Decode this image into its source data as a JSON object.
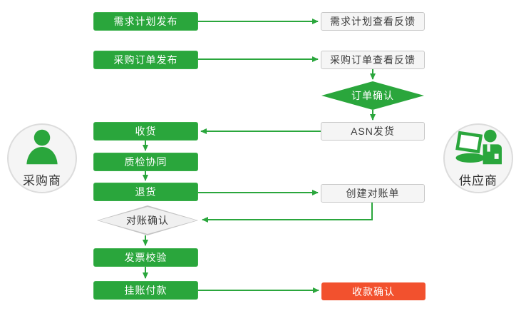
{
  "diagram": {
    "title_hint": "procurement-collaboration-flow",
    "actors": {
      "buyer": {
        "label": "采购商",
        "icon": "person-icon"
      },
      "supplier": {
        "label": "供应商",
        "icon": "person-laptop-icon"
      }
    },
    "nodes": {
      "demand_publish": {
        "label": "需求计划发布",
        "shape": "process",
        "color": "green"
      },
      "demand_feedback": {
        "label": "需求计划查看反馈",
        "shape": "process",
        "color": "white"
      },
      "po_publish": {
        "label": "采购订单发布",
        "shape": "process",
        "color": "green"
      },
      "po_feedback": {
        "label": "采购订单查看反馈",
        "shape": "process",
        "color": "white"
      },
      "order_confirm": {
        "label": "订单确认",
        "shape": "decision",
        "color": "green"
      },
      "asn_ship": {
        "label": "ASN发货",
        "shape": "process",
        "color": "white"
      },
      "receive": {
        "label": "收货",
        "shape": "process",
        "color": "green"
      },
      "quality_check": {
        "label": "质检协同",
        "shape": "process",
        "color": "green"
      },
      "returns": {
        "label": "退货",
        "shape": "process",
        "color": "green"
      },
      "create_statement": {
        "label": "创建对账单",
        "shape": "process",
        "color": "white"
      },
      "reconcile_confirm": {
        "label": "对账确认",
        "shape": "decision",
        "color": "gray"
      },
      "invoice_verify": {
        "label": "发票校验",
        "shape": "process",
        "color": "green"
      },
      "payment": {
        "label": "挂账付款",
        "shape": "process",
        "color": "green"
      },
      "receipt_confirm": {
        "label": "收款确认",
        "shape": "process",
        "color": "red"
      }
    },
    "colors": {
      "accent_green": "#2aa63c",
      "accent_red": "#f2512e",
      "box_fill": "#f5f5f5",
      "box_border": "#c8c8c8",
      "text_dark": "#3a3a3a",
      "text_light": "#ffffff"
    }
  }
}
